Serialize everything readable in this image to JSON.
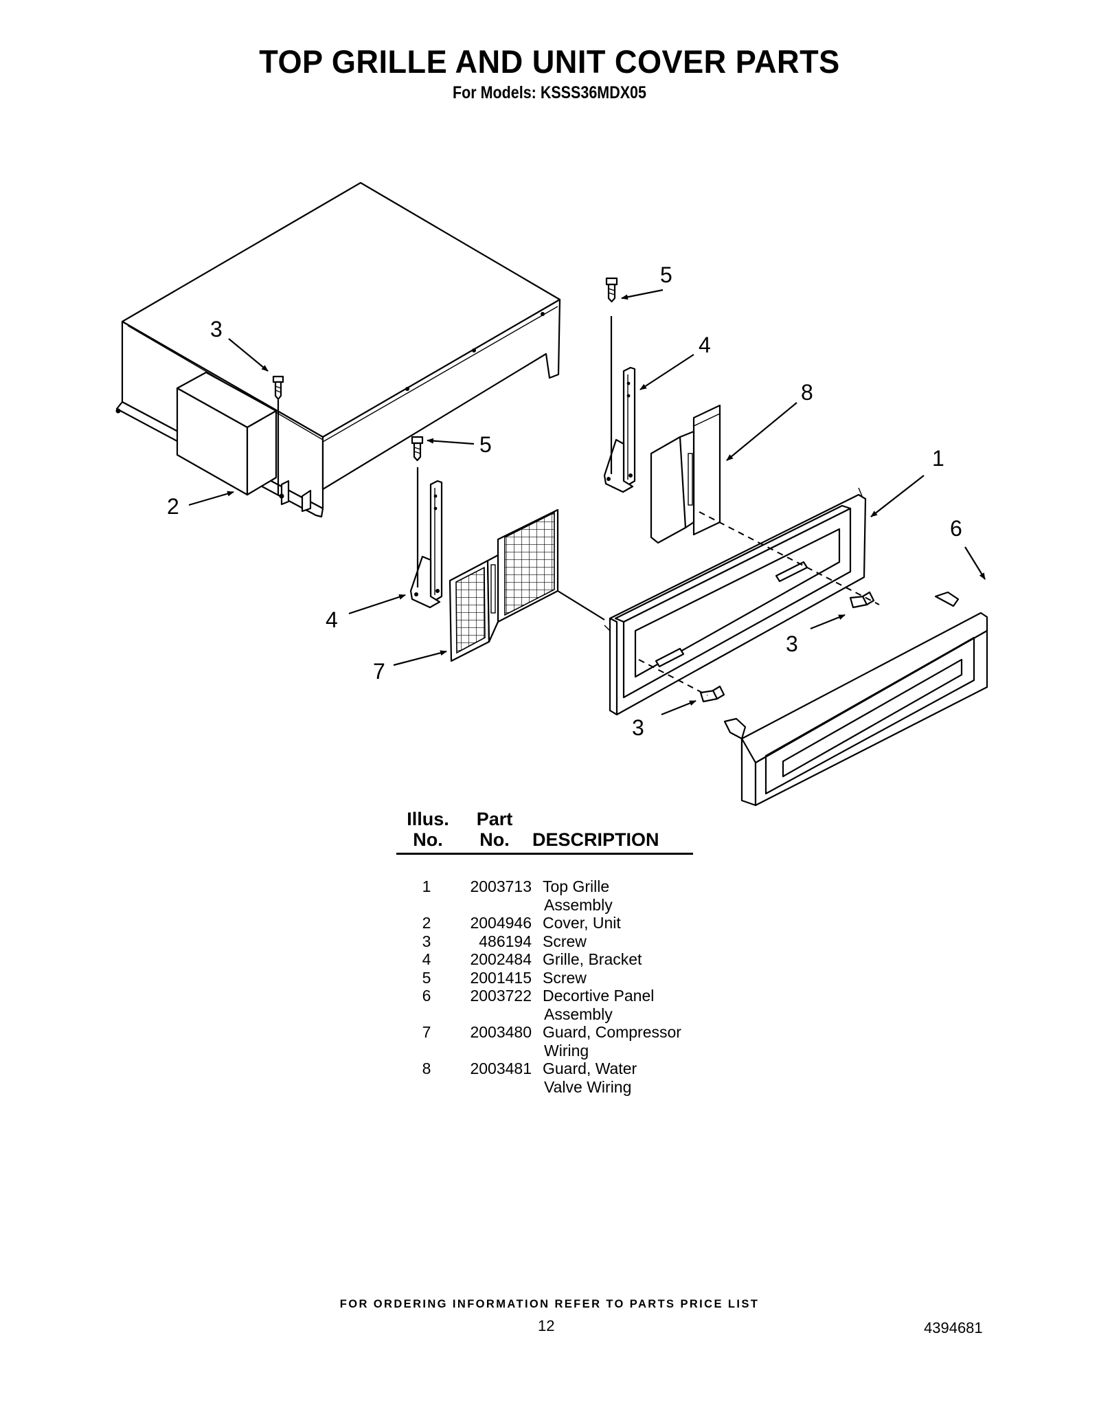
{
  "header": {
    "title": "TOP GRILLE AND UNIT COVER PARTS",
    "subtitle": "For Models: KSSS36MDX05"
  },
  "diagram": {
    "callouts": {
      "c1": "1",
      "c2": "2",
      "c3a": "3",
      "c3b": "3",
      "c3c": "3",
      "c4a": "4",
      "c4b": "4",
      "c5a": "5",
      "c5b": "5",
      "c6": "6",
      "c7": "7",
      "c8": "8"
    }
  },
  "parts_table": {
    "headers": {
      "illus_line1": "Illus.",
      "illus_line2": "No.",
      "part_line1": "Part",
      "part_line2": "No.",
      "description": "DESCRIPTION"
    },
    "rows": [
      {
        "illus": "1",
        "part": "2003713",
        "desc1": "Top Grille",
        "desc2": "Assembly"
      },
      {
        "illus": "2",
        "part": "2004946",
        "desc1": "Cover, Unit",
        "desc2": ""
      },
      {
        "illus": "3",
        "part": "486194",
        "desc1": "Screw",
        "desc2": ""
      },
      {
        "illus": "4",
        "part": "2002484",
        "desc1": "Grille, Bracket",
        "desc2": ""
      },
      {
        "illus": "5",
        "part": "2001415",
        "desc1": "Screw",
        "desc2": ""
      },
      {
        "illus": "6",
        "part": "2003722",
        "desc1": "Decortive Panel",
        "desc2": "Assembly"
      },
      {
        "illus": "7",
        "part": "2003480",
        "desc1": "Guard, Compressor",
        "desc2": "Wiring"
      },
      {
        "illus": "8",
        "part": "2003481",
        "desc1": "Guard, Water",
        "desc2": "Valve Wiring"
      }
    ]
  },
  "footer": {
    "ordering_note": "FOR ORDERING INFORMATION REFER TO PARTS PRICE LIST",
    "page_number": "12",
    "document_number": "4394681"
  }
}
